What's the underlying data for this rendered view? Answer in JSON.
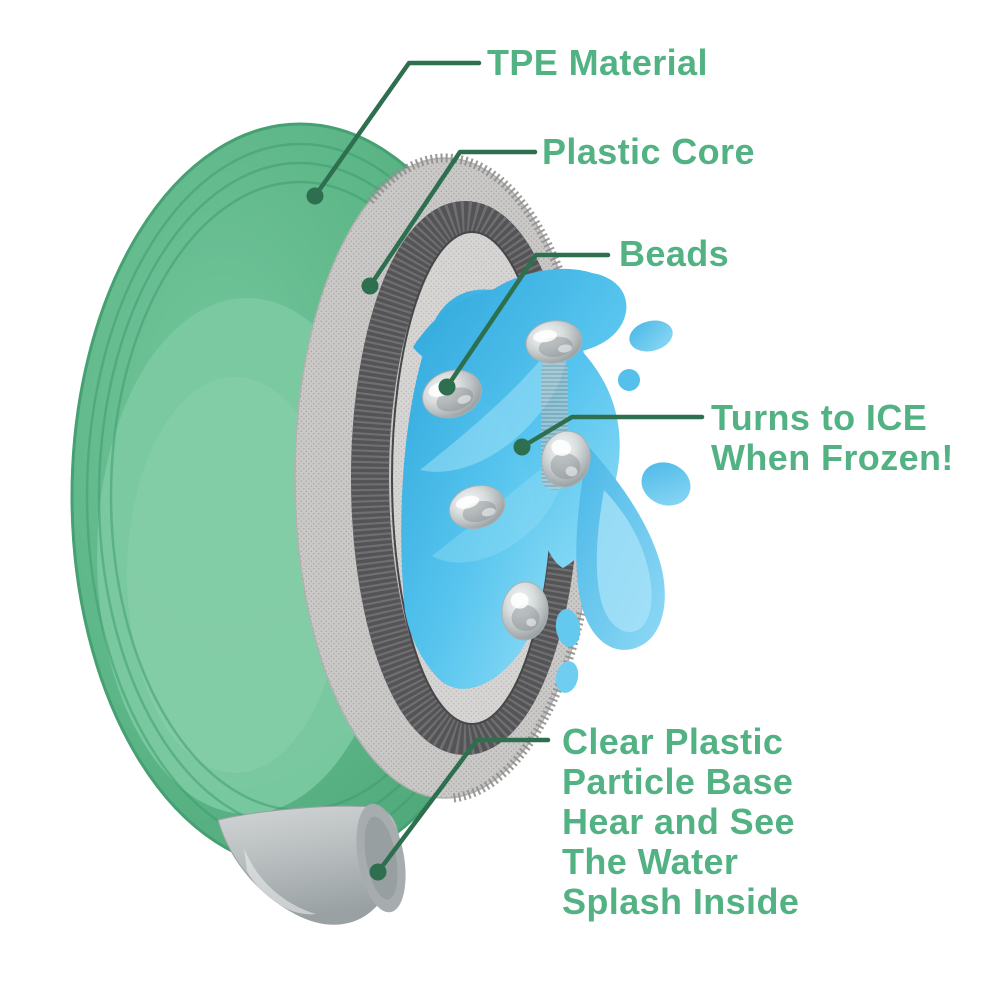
{
  "labels": {
    "tpe": {
      "text": "TPE Material"
    },
    "plastic_core": {
      "text": "Plastic Core"
    },
    "beads": {
      "text": "Beads"
    },
    "turns_to_ice": {
      "text": "Turns to ICE\nWhen Frozen!"
    },
    "clear_plastic": {
      "text": "Clear Plastic\nParticle Base\nHear and See\nThe Water\nSplash Inside"
    }
  },
  "colors": {
    "label_text": "#53b283",
    "leader_line": "#2d6f4f",
    "shell_green": "#5cb687",
    "shell_highlight": "#7ccaa2",
    "core_gray_dotted": "#cac9c7",
    "core_ribbed_dark": "#59595b",
    "water_blue": "#45b8e8",
    "water_light_blue": "#93def7",
    "bead_silver": "#c3c8c9",
    "base_tube_gray": "#b5bbbc",
    "background": "#ffffff"
  }
}
